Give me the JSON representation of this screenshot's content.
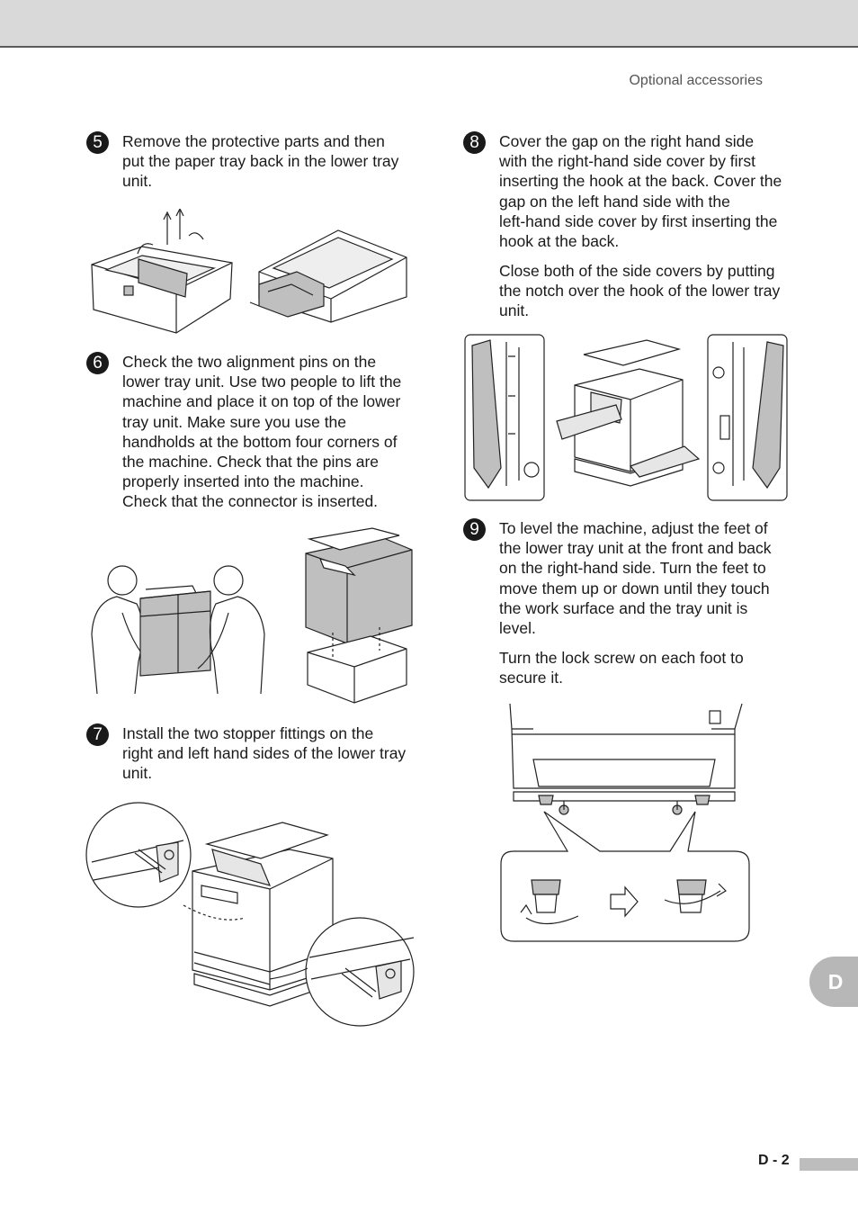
{
  "header": {
    "section": "Optional accessories"
  },
  "steps": {
    "s5": {
      "num": "5",
      "text": "Remove the protective parts and then\nput the paper tray back in the lower tray\nunit."
    },
    "s6": {
      "num": "6",
      "text": "Check the two alignment pins on the\nlower tray unit. Use two people to lift the\nmachine and place it on top of the lower\ntray unit. Make sure you use the\nhandholds at the bottom four corners of\nthe machine. Check that the pins are\nproperly inserted into the machine.\nCheck that the connector is inserted."
    },
    "s7": {
      "num": "7",
      "text": "Install the two stopper fittings on the\nright and left hand sides of the lower tray\nunit."
    },
    "s8": {
      "num": "8",
      "text": "Cover the gap on the right hand side\nwith the right-hand side cover by first\ninserting the hook at the back. Cover the\ngap on the left hand side with the\nleft-hand side cover by first inserting the\nhook at the back.",
      "text2": "Close both of the side covers by putting\nthe notch over the hook of the lower tray\nunit."
    },
    "s9": {
      "num": "9",
      "text": "To level the machine, adjust the feet of\nthe lower tray unit at the front and back\non the right-hand side. Turn the feet to\nmove them up or down until they touch\nthe work surface and the tray unit is\nlevel.",
      "text2": "Turn the lock screw on each foot to\nsecure it."
    }
  },
  "side_tab": {
    "label": "D"
  },
  "footer": {
    "page": "D - 2"
  },
  "colors": {
    "band": "#d9d9d9",
    "tab": "#b7b7b7",
    "text": "#1a1a1a",
    "illustration_fill": "#bfbfbf"
  }
}
